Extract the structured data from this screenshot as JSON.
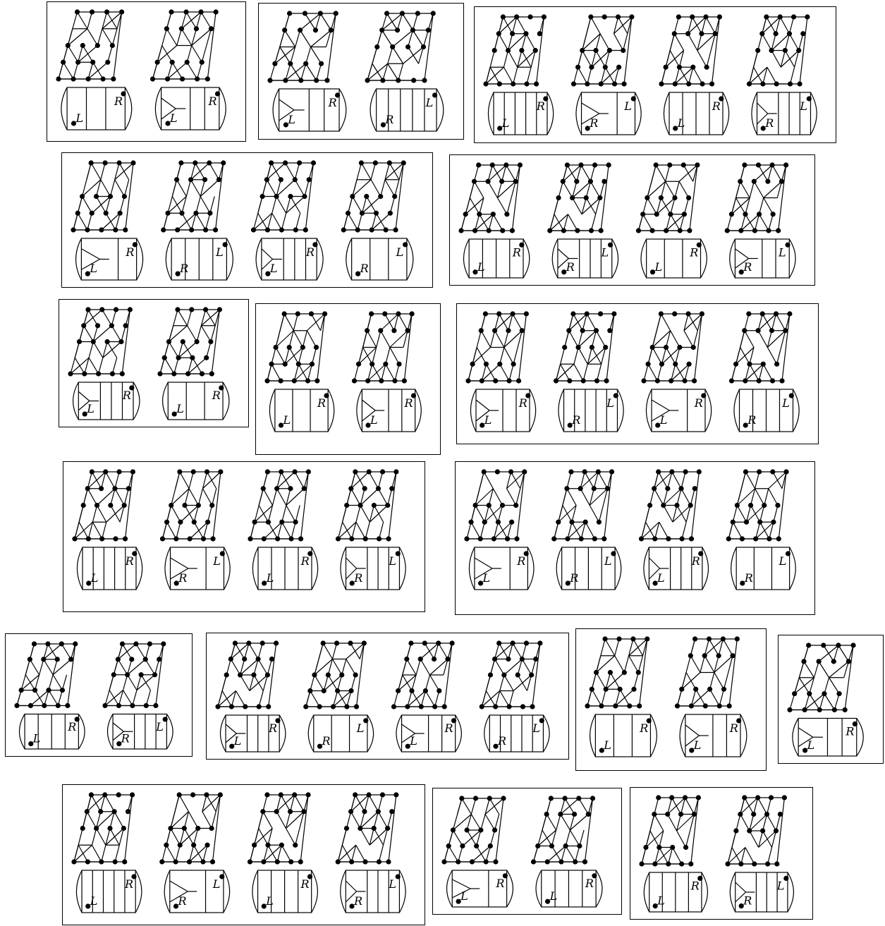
{
  "labels": {
    "left": "L",
    "right": "R"
  },
  "colors": {
    "ink": "#000000",
    "paper": "#ffffff"
  },
  "panels": [
    {
      "id": "p1",
      "cells": [
        {
          "l": "L",
          "r": "R"
        },
        {
          "l": "L",
          "r": "R"
        }
      ]
    },
    {
      "id": "p2",
      "cells": [
        {
          "l": "L",
          "r": "R"
        },
        {
          "l": "R",
          "r": "L"
        }
      ]
    },
    {
      "id": "p3",
      "cells": [
        {
          "l": "L",
          "r": "R"
        },
        {
          "l": "R",
          "r": "L"
        },
        {
          "l": "L",
          "r": "R"
        },
        {
          "l": "R",
          "r": "L"
        }
      ]
    },
    {
      "id": "p4",
      "cells": [
        {
          "l": "L",
          "r": "R"
        },
        {
          "l": "R",
          "r": "L"
        },
        {
          "l": "L",
          "r": "R"
        },
        {
          "l": "R",
          "r": "L"
        }
      ]
    },
    {
      "id": "p5",
      "cells": [
        {
          "l": "L",
          "r": "R"
        },
        {
          "l": "R",
          "r": "L"
        },
        {
          "l": "L",
          "r": "R"
        },
        {
          "l": "R",
          "r": "L"
        }
      ]
    },
    {
      "id": "p6",
      "cells": [
        {
          "l": "L",
          "r": "R"
        },
        {
          "l": "L",
          "r": "R"
        }
      ]
    },
    {
      "id": "p7",
      "cells": [
        {
          "l": "L",
          "r": "R"
        },
        {
          "l": "L",
          "r": "R"
        }
      ]
    },
    {
      "id": "p8",
      "cells": [
        {
          "l": "L",
          "r": "R"
        },
        {
          "l": "R",
          "r": "L"
        },
        {
          "l": "L",
          "r": "R"
        },
        {
          "l": "R",
          "r": "L"
        }
      ]
    },
    {
      "id": "p9",
      "cells": [
        {
          "l": "L",
          "r": "R"
        },
        {
          "l": "R",
          "r": "L"
        },
        {
          "l": "L",
          "r": "R"
        },
        {
          "l": "R",
          "r": "L"
        }
      ]
    },
    {
      "id": "p10",
      "cells": [
        {
          "l": "L",
          "r": "R"
        },
        {
          "l": "R",
          "r": "L"
        },
        {
          "l": "L",
          "r": "R"
        },
        {
          "l": "R",
          "r": "L"
        }
      ]
    },
    {
      "id": "p11",
      "cells": [
        {
          "l": "L",
          "r": "R"
        },
        {
          "l": "R",
          "r": "L"
        }
      ]
    },
    {
      "id": "p12",
      "cells": [
        {
          "l": "L",
          "r": "R"
        },
        {
          "l": "R",
          "r": "L"
        },
        {
          "l": "L",
          "r": "R"
        },
        {
          "l": "R",
          "r": "L"
        }
      ]
    },
    {
      "id": "p13",
      "cells": [
        {
          "l": "L",
          "r": "R"
        },
        {
          "l": "L",
          "r": "R"
        }
      ]
    },
    {
      "id": "p14",
      "cells": [
        {
          "l": "L",
          "r": "R"
        }
      ]
    },
    {
      "id": "p15",
      "cells": [
        {
          "l": "L",
          "r": "R"
        },
        {
          "l": "R",
          "r": "L"
        },
        {
          "l": "L",
          "r": "R"
        },
        {
          "l": "R",
          "r": "L"
        }
      ]
    },
    {
      "id": "p16",
      "cells": [
        {
          "l": "L",
          "r": "R"
        },
        {
          "l": "L",
          "r": "R"
        }
      ]
    },
    {
      "id": "p17",
      "cells": [
        {
          "l": "L",
          "r": "R"
        },
        {
          "l": "R",
          "r": "L"
        }
      ]
    }
  ]
}
